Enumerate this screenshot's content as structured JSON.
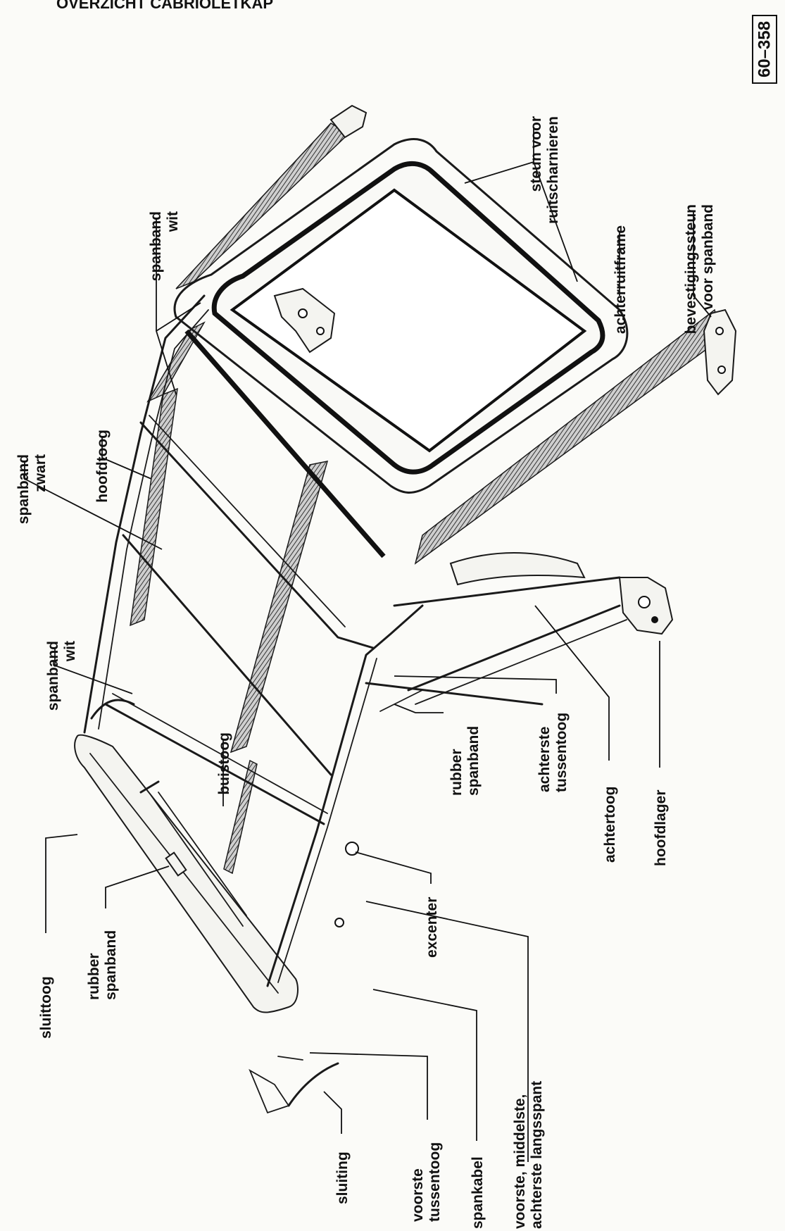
{
  "header": {
    "title": "OVERZICHT CABRIOLETKAP",
    "reference": "60–358"
  },
  "labels": {
    "steun_voor_ruitscharnieren": [
      "steun voor",
      "ruitscharnieren"
    ],
    "achterruitframe": [
      "achterruitframe"
    ],
    "bevestigingssteun_voor_spanband": [
      "bevestigingssteun",
      "voor spanband"
    ],
    "spanband_wit_top": [
      "spanband",
      "wit"
    ],
    "spanband_zwart": [
      "spanband",
      "zwart"
    ],
    "hoofdtoog": [
      "hoofdtoog"
    ],
    "spanband_wit_mid": [
      "spanband",
      "wit"
    ],
    "buistoog": [
      "buistoog"
    ],
    "rubber_spanband_right": [
      "rubber",
      "spanband"
    ],
    "achterste_tussentoog": [
      "achterste",
      "tussentoog"
    ],
    "achtertoog": [
      "achtertoog"
    ],
    "hoofdlager": [
      "hoofdlager"
    ],
    "excenter": [
      "excenter"
    ],
    "sluittoog": [
      "sluittoog"
    ],
    "rubber_spanband_left": [
      "rubber",
      "spanband"
    ],
    "sluiting": [
      "sluiting"
    ],
    "voorste_tussentoog": [
      "voorste",
      "tussentoog"
    ],
    "spankabel": [
      "spankabel"
    ],
    "langsspant": [
      "voorste, middelste,",
      "achterste langsspant"
    ]
  }
}
